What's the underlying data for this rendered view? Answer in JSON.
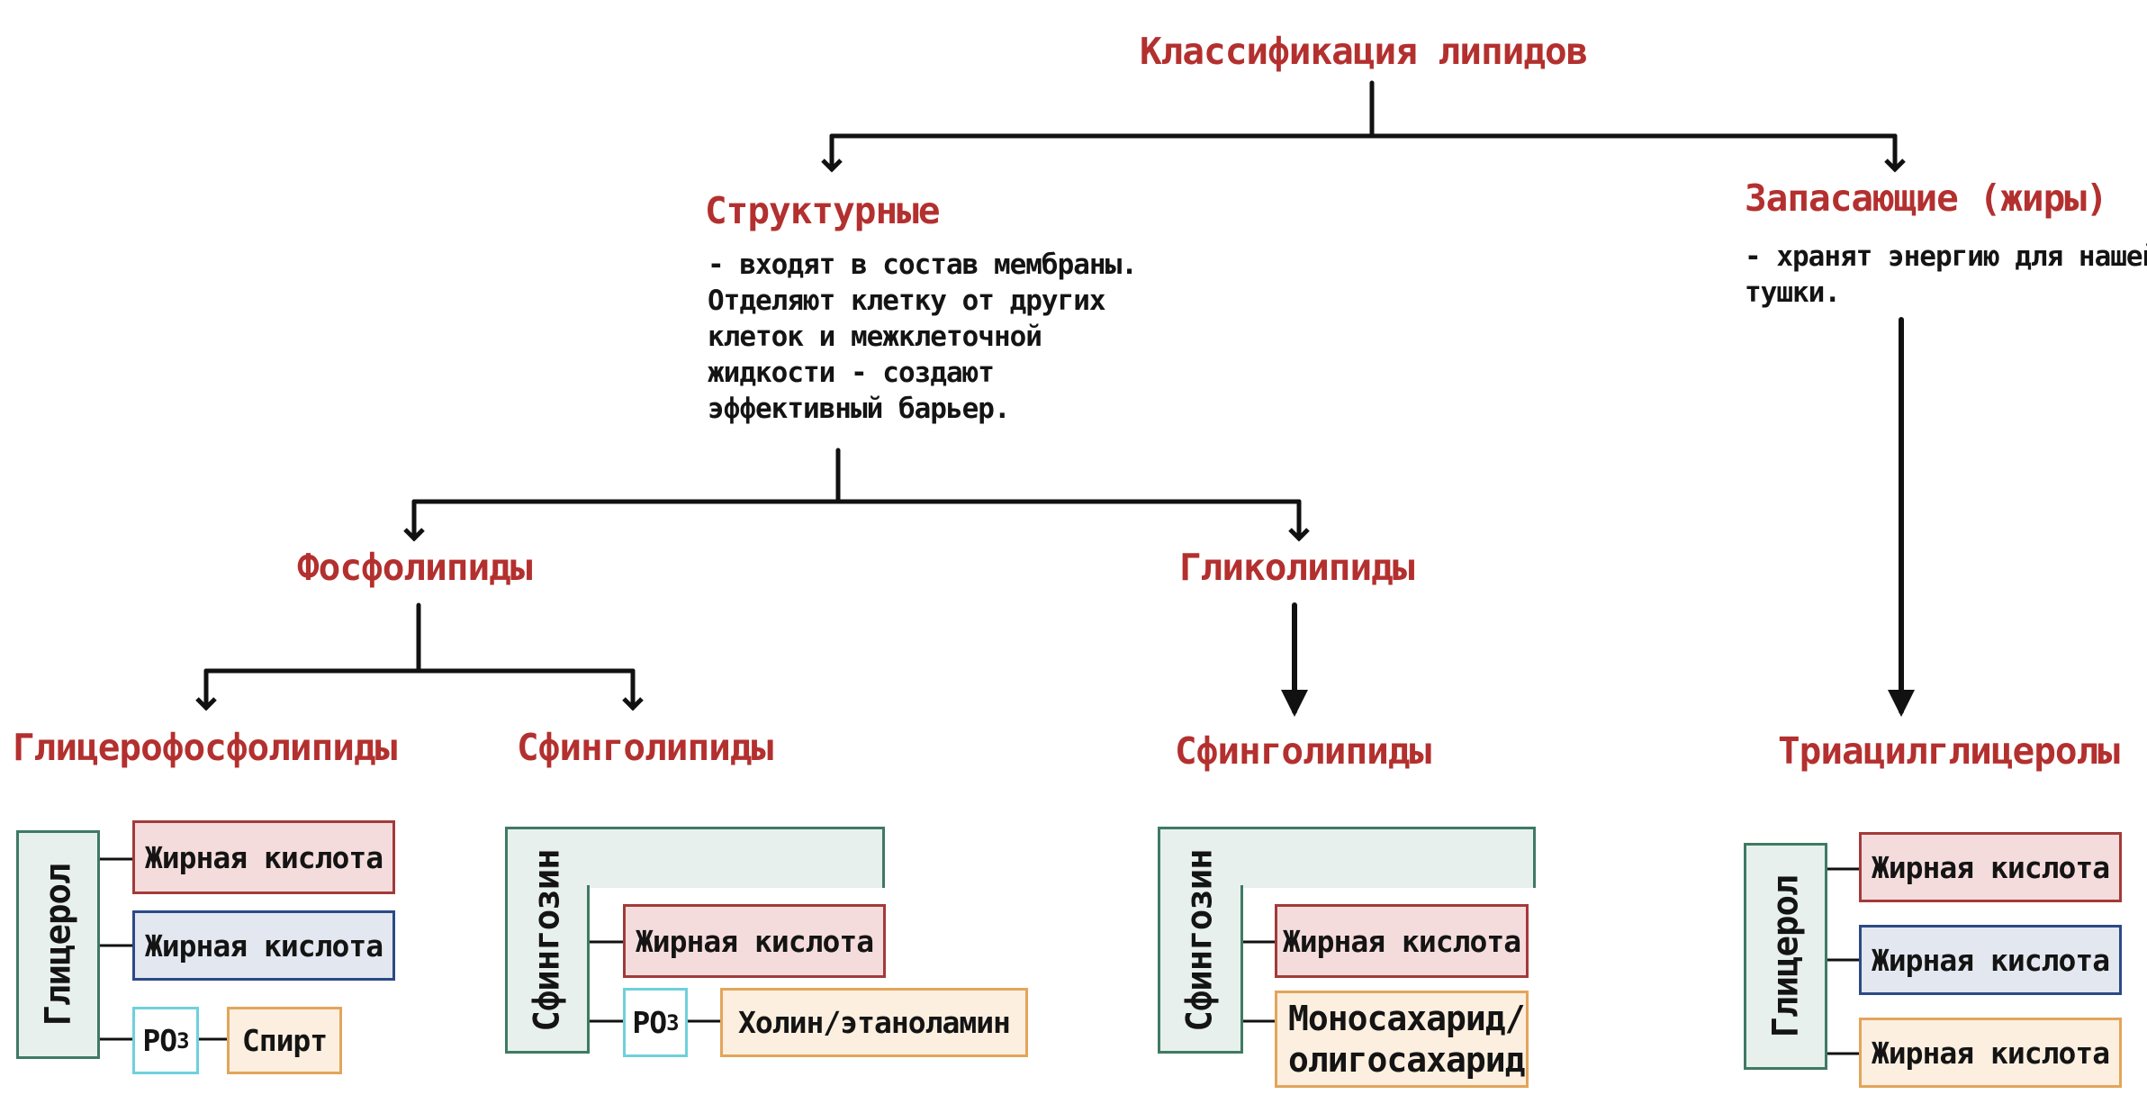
{
  "title": "Классификация липидов",
  "structural": {
    "title": "Структурные",
    "description": "- входят в состав мембраны.\nОтделяют клетку от других\nклеток и межклеточной\nжидкости - создают\nэффективный барьер."
  },
  "storage": {
    "title": "Запасающие (жиры)",
    "description": "- хранят энергию для нашей\nтушки."
  },
  "phospholipids": {
    "title": "Фосфолипиды"
  },
  "glycolipids": {
    "title": "Гликолипиды"
  },
  "glycerophospholipids": {
    "title": "Глицерофосфолипиды",
    "backbone": "Глицерол",
    "fatty_acid_1": "Жирная кислота",
    "fatty_acid_2": "Жирная кислота",
    "phosphate": "PO",
    "phosphate_sub": "3",
    "alcohol": "Спирт"
  },
  "sphingolipids_phospho": {
    "title": "Сфинголипиды",
    "backbone": "Сфингозин",
    "fatty_acid": "Жирная кислота",
    "phosphate": "PO",
    "phosphate_sub": "3",
    "head": "Холин/этаноламин"
  },
  "sphingolipids_glyco": {
    "title": "Сфинголипиды",
    "backbone": "Сфингозин",
    "fatty_acid": "Жирная кислота",
    "sugar_line1": "Моносахарид/",
    "sugar_line2": "олигосахарид"
  },
  "triacylglycerols": {
    "title": "Триацилглицеролы",
    "backbone": "Глицерол",
    "fatty_acid_1": "Жирная кислота",
    "fatty_acid_2": "Жирная кислота",
    "fatty_acid_3": "Жирная кислота"
  }
}
